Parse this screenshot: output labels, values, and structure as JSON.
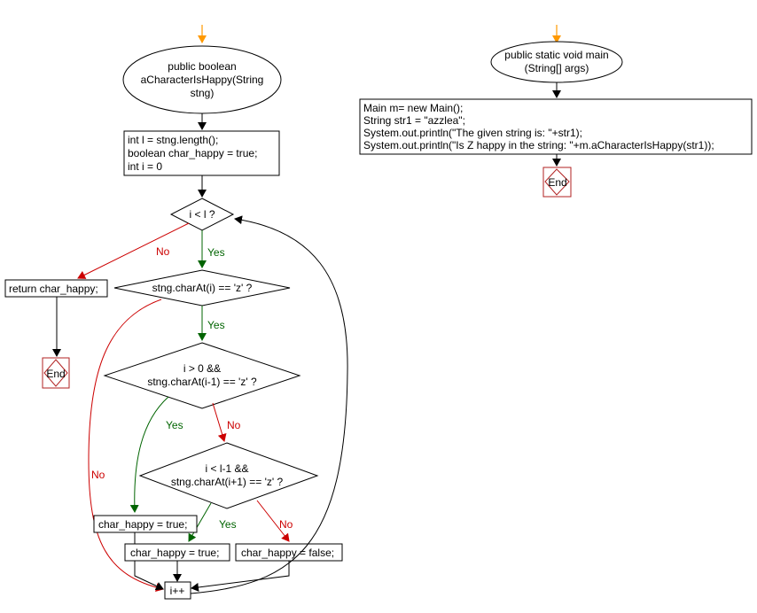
{
  "left_function": {
    "signature_lines": [
      "public boolean",
      "aCharacterIsHappy(String",
      "stng)"
    ],
    "init_lines": [
      "int l = stng.length();",
      "boolean char_happy = true;",
      "int i = 0"
    ],
    "loop_condition": "i < l ?",
    "check_z": "stng.charAt(i) == 'z' ?",
    "check_prev_lines": [
      "i > 0 &&",
      "stng.charAt(i-1) == 'z' ?"
    ],
    "check_next_lines": [
      "i < l-1 &&",
      "stng.charAt(i+1) == 'z' ?"
    ],
    "return_stmt": "return char_happy;",
    "set_true_left": "char_happy = true;",
    "set_true_right": "char_happy = true;",
    "set_false": "char_happy = false;",
    "increment": "i++",
    "end": "End"
  },
  "main_function": {
    "signature_lines": [
      "public static void main",
      "(String[] args)"
    ],
    "body_lines": [
      "Main m= new Main();",
      "String str1 = \"azzlea\";",
      "System.out.println(\"The given string is: \"+str1);",
      "System.out.println(\"Is Z happy in the string: \"+m.aCharacterIsHappy(str1));"
    ],
    "end": "End"
  },
  "labels": {
    "yes": "Yes",
    "no": "No"
  },
  "colors": {
    "yes": "#006400",
    "no": "#cc0000",
    "start_arrow": "#ff9900",
    "end_box": "#b22222"
  }
}
